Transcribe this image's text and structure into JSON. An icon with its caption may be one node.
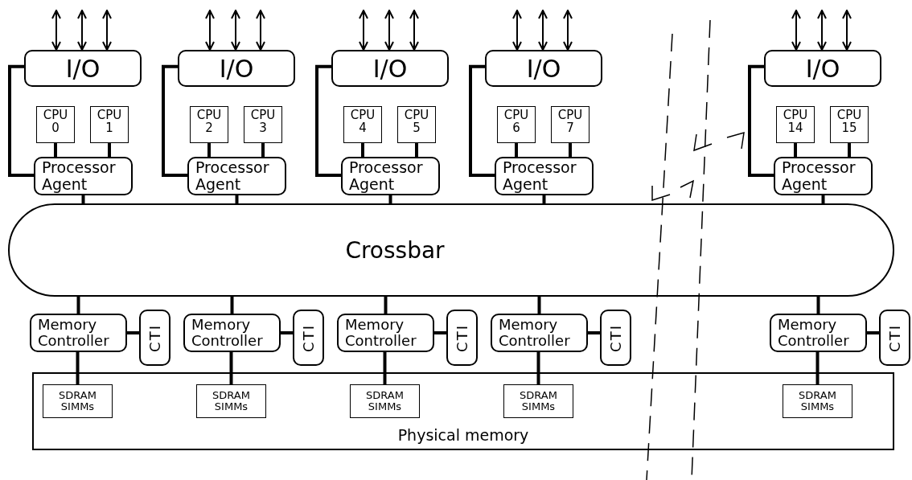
{
  "diagram": {
    "nodes": [
      {
        "text": [
          "I/O"
        ]
      },
      {
        "text": [
          "I/O"
        ]
      },
      {
        "text": [
          "I/O"
        ]
      },
      {
        "text": [
          "I/O"
        ]
      },
      {
        "text": [
          "I/O"
        ]
      },
      {
        "text": [
          "CPU 0"
        ]
      },
      {
        "text": [
          "CPU 1"
        ]
      },
      {
        "text": [
          "CPU 2"
        ]
      },
      {
        "text": [
          "CPU 3"
        ]
      },
      {
        "text": [
          "CPU 4"
        ]
      },
      {
        "text": [
          "CPU 5"
        ]
      },
      {
        "text": [
          "CPU 6"
        ]
      },
      {
        "text": [
          "CPU 7"
        ]
      },
      {
        "text": [
          "CPU 14"
        ]
      },
      {
        "text": [
          "CPU 15"
        ]
      },
      {
        "text": [
          "Processor Agent"
        ]
      },
      {
        "text": [
          "Processor Agent"
        ]
      },
      {
        "text": [
          "Processor Agent"
        ]
      },
      {
        "text": [
          "Processor Agent"
        ]
      },
      {
        "text": [
          "Processor Agent"
        ]
      },
      {
        "text": [
          "Crossbar"
        ]
      },
      {
        "text": [
          "Memory Controller"
        ]
      },
      {
        "text": [
          "CTI"
        ]
      },
      {
        "text": [
          "Memory Controller"
        ]
      },
      {
        "text": [
          "CTI"
        ]
      },
      {
        "text": [
          "Memory Controller"
        ]
      },
      {
        "text": [
          "CTI"
        ]
      },
      {
        "text": [
          "Memory Controller"
        ]
      },
      {
        "text": [
          "CTI"
        ]
      },
      {
        "text": [
          "Memory Controller"
        ]
      },
      {
        "text": [
          "CTI"
        ]
      },
      {
        "text": [
          "Physical memory"
        ]
      },
      {
        "text": [
          "SDRAM SIMMs"
        ],
        "in": 31
      },
      {
        "text": [
          "SDRAM SIMMs"
        ],
        "in": 31
      },
      {
        "text": [
          "SDRAM SIMMs"
        ],
        "in": 31
      },
      {
        "text": [
          "SDRAM SIMMs"
        ],
        "in": 31
      },
      {
        "text": [
          "SDRAM SIMMs"
        ],
        "in": 31
      }
    ],
    "edges": [
      {
        "from": null,
        "to": 0,
        "arrow": "both"
      },
      {
        "from": null,
        "to": 0,
        "arrow": "both"
      },
      {
        "from": null,
        "to": 0,
        "arrow": "both"
      },
      {
        "from": null,
        "to": 1,
        "arrow": "both"
      },
      {
        "from": null,
        "to": 1,
        "arrow": "both"
      },
      {
        "from": null,
        "to": 1,
        "arrow": "both"
      },
      {
        "from": null,
        "to": 2,
        "arrow": "both"
      },
      {
        "from": null,
        "to": 2,
        "arrow": "both"
      },
      {
        "from": null,
        "to": 2,
        "arrow": "both"
      },
      {
        "from": null,
        "to": 3,
        "arrow": "both"
      },
      {
        "from": null,
        "to": 3,
        "arrow": "both"
      },
      {
        "from": null,
        "to": 3,
        "arrow": "both"
      },
      {
        "from": null,
        "to": 4,
        "arrow": "both"
      },
      {
        "from": null,
        "to": 4,
        "arrow": "both"
      },
      {
        "from": null,
        "to": 4,
        "arrow": "both"
      },
      {
        "from": 0,
        "to": 15,
        "arrow": "none"
      },
      {
        "from": 1,
        "to": 16,
        "arrow": "none"
      },
      {
        "from": 2,
        "to": 17,
        "arrow": "none"
      },
      {
        "from": 3,
        "to": 18,
        "arrow": "none"
      },
      {
        "from": 4,
        "to": 19,
        "arrow": "none"
      },
      {
        "from": 5,
        "to": 15,
        "arrow": "none"
      },
      {
        "from": 6,
        "to": 15,
        "arrow": "none"
      },
      {
        "from": 7,
        "to": 16,
        "arrow": "none"
      },
      {
        "from": 8,
        "to": 16,
        "arrow": "none"
      },
      {
        "from": 9,
        "to": 17,
        "arrow": "none"
      },
      {
        "from": 10,
        "to": 17,
        "arrow": "none"
      },
      {
        "from": 11,
        "to": 18,
        "arrow": "none"
      },
      {
        "from": 12,
        "to": 18,
        "arrow": "none"
      },
      {
        "from": 13,
        "to": 19,
        "arrow": "none"
      },
      {
        "from": 14,
        "to": 19,
        "arrow": "none"
      },
      {
        "from": 15,
        "to": 20,
        "arrow": "none"
      },
      {
        "from": 16,
        "to": 20,
        "arrow": "none"
      },
      {
        "from": 17,
        "to": 20,
        "arrow": "none"
      },
      {
        "from": 18,
        "to": 20,
        "arrow": "none"
      },
      {
        "from": 19,
        "to": 20,
        "arrow": "none"
      },
      {
        "from": 20,
        "to": 21,
        "arrow": "none"
      },
      {
        "from": 20,
        "to": 23,
        "arrow": "none"
      },
      {
        "from": 20,
        "to": 25,
        "arrow": "none"
      },
      {
        "from": 20,
        "to": 27,
        "arrow": "none"
      },
      {
        "from": 20,
        "to": 29,
        "arrow": "none"
      },
      {
        "from": 21,
        "to": 22,
        "arrow": "none"
      },
      {
        "from": 23,
        "to": 24,
        "arrow": "none"
      },
      {
        "from": 25,
        "to": 26,
        "arrow": "none"
      },
      {
        "from": 27,
        "to": 28,
        "arrow": "none"
      },
      {
        "from": 29,
        "to": 30,
        "arrow": "none"
      },
      {
        "from": 21,
        "to": 32,
        "arrow": "none"
      },
      {
        "from": 23,
        "to": 33,
        "arrow": "none"
      },
      {
        "from": 25,
        "to": 34,
        "arrow": "none"
      },
      {
        "from": 27,
        "to": 35,
        "arrow": "none"
      },
      {
        "from": 29,
        "to": 36,
        "arrow": "none"
      }
    ]
  }
}
